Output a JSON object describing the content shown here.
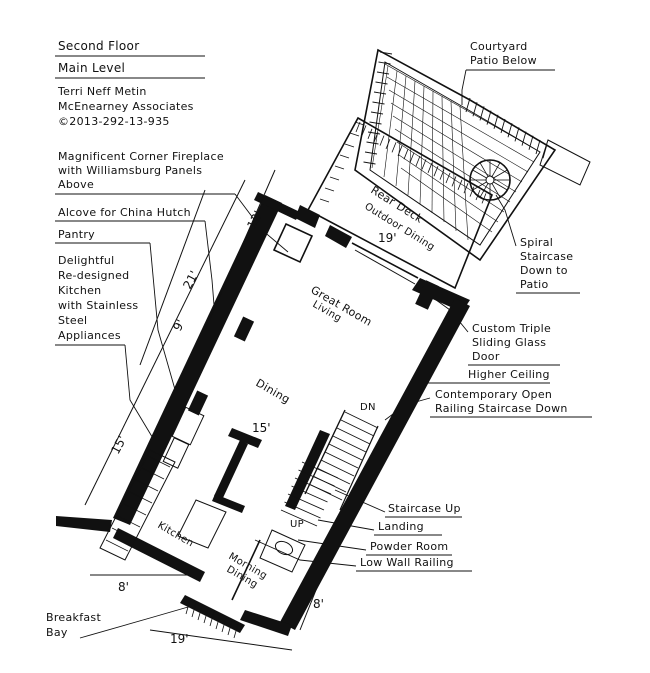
{
  "header": {
    "line1": "Second Floor",
    "line2": "Main Level",
    "line3": "Terri Neff Metin",
    "line4": "McEnearney Associates",
    "line5": "©2013-292-13-935"
  },
  "callouts": {
    "fireplace_1": "Magnificent Corner Fireplace",
    "fireplace_2": "with Williamsburg Panels",
    "fireplace_3": "Above",
    "alcove": "Alcove for China Hutch",
    "pantry": "Pantry",
    "kitchen_1": "Delightful",
    "kitchen_2": "Re-designed",
    "kitchen_3": "Kitchen",
    "kitchen_4": "with Stainless",
    "kitchen_5": "Steel",
    "kitchen_6": "Appliances",
    "courtyard_1": "Courtyard",
    "courtyard_2": "Patio Below",
    "spiral_1": "Spiral",
    "spiral_2": "Staircase",
    "spiral_3": "Down to",
    "spiral_4": "Patio",
    "sliding_1": "Custom Triple",
    "sliding_2": "Sliding Glass",
    "sliding_3": "Door",
    "ceiling": "Higher Ceiling",
    "railing_1": "Contemporary Open",
    "railing_2": "Railing Staircase Down",
    "stair_up": "Staircase Up",
    "landing": "Landing",
    "powder": "Powder Room",
    "low_wall": "Low Wall Railing",
    "breakfast_1": "Breakfast",
    "breakfast_2": "Bay"
  },
  "rooms": {
    "deck_1": "Rear Deck",
    "deck_2": "Outdoor Dining",
    "great_1": "Great Room",
    "great_2": "Living",
    "dining": "Dining",
    "kitchen": "Kitchen",
    "morning_1": "Morning",
    "morning_2": "Dining",
    "on": "DN",
    "up": "UP"
  },
  "dimensions": {
    "d12": "12'",
    "d21": "21'",
    "d9": "9'",
    "d15a": "15'",
    "d19a": "19'",
    "d15b": "15'",
    "d8a": "8'",
    "d8b": "8'",
    "d19b": "19'"
  }
}
